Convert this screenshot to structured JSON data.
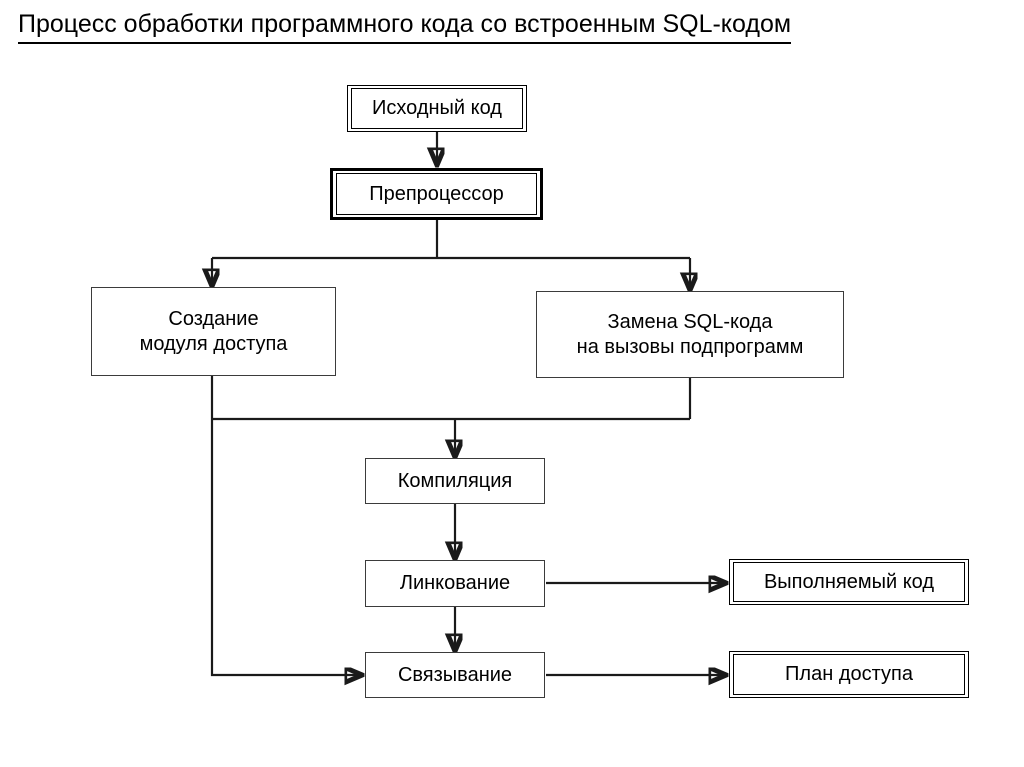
{
  "page": {
    "title": "Процесс обработки программного кода со встроенным SQL-кодом",
    "background_color": "#ffffff",
    "line_color": "#1a1a1a",
    "text_color": "#000000"
  },
  "diagram": {
    "type": "flowchart",
    "orientation": "top-down",
    "nodes": [
      {
        "id": "source",
        "label": "Исходный код",
        "border": "double-thin"
      },
      {
        "id": "preprocessor",
        "label": "Препроцессор",
        "border": "double-thick"
      },
      {
        "id": "access",
        "line1": "Создание",
        "line2": "модуля доступа",
        "border": "single"
      },
      {
        "id": "sqlreplace",
        "line1": "Замена SQL-кода",
        "line2": "на вызовы подпрограмм",
        "border": "single"
      },
      {
        "id": "compile",
        "label": "Компиляция",
        "border": "single"
      },
      {
        "id": "link",
        "label": "Линкование",
        "border": "single"
      },
      {
        "id": "bind",
        "label": "Связывание",
        "border": "single"
      },
      {
        "id": "exe",
        "label": "Выполняемый код",
        "border": "double-thin"
      },
      {
        "id": "plan",
        "label": "План доступа",
        "border": "double-thin"
      }
    ],
    "edges": [
      {
        "from": "source",
        "to": "preprocessor",
        "arrow": true
      },
      {
        "from": "preprocessor",
        "to": "access",
        "arrow": true
      },
      {
        "from": "preprocessor",
        "to": "sqlreplace",
        "arrow": true
      },
      {
        "from": "access",
        "to": "compile",
        "arrow": true
      },
      {
        "from": "sqlreplace",
        "to": "compile",
        "arrow": true
      },
      {
        "from": "compile",
        "to": "link",
        "arrow": true
      },
      {
        "from": "link",
        "to": "bind",
        "arrow": true
      },
      {
        "from": "link",
        "to": "exe",
        "arrow": true
      },
      {
        "from": "access",
        "to": "bind",
        "arrow": true
      },
      {
        "from": "bind",
        "to": "plan",
        "arrow": true
      }
    ]
  }
}
